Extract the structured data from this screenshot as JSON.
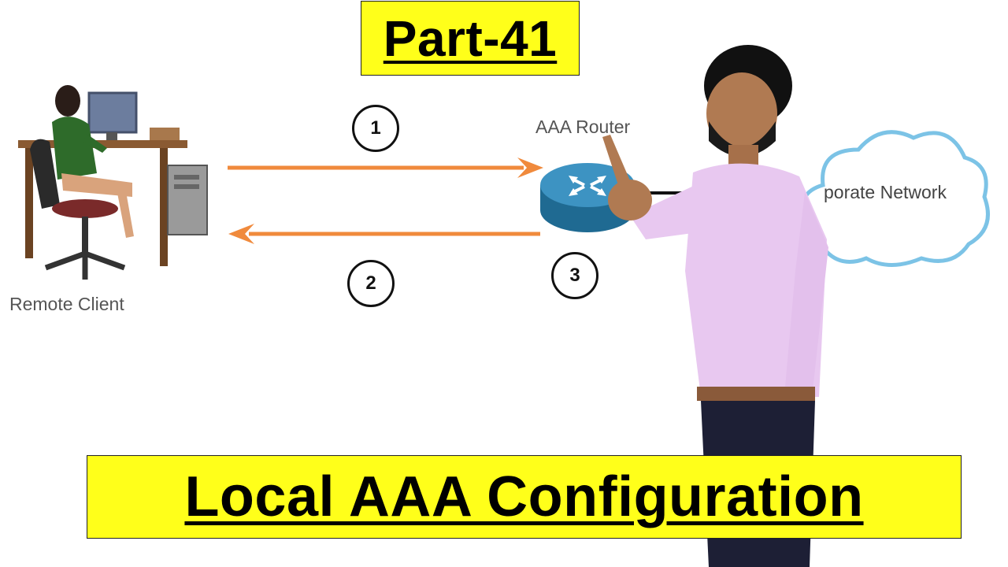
{
  "title": "Part-41",
  "banner": "Local AAA Configuration",
  "labels": {
    "remote_client": "Remote Client",
    "router": "AAA Router",
    "network": "porate Network"
  },
  "steps": [
    "1",
    "2",
    "3"
  ],
  "colors": {
    "highlight": "#ffff1a",
    "arrow": "#f08a3c",
    "router": "#2a7ea8",
    "cloud_stroke": "#7cc3e6",
    "shirt": "#e8c8f0"
  }
}
